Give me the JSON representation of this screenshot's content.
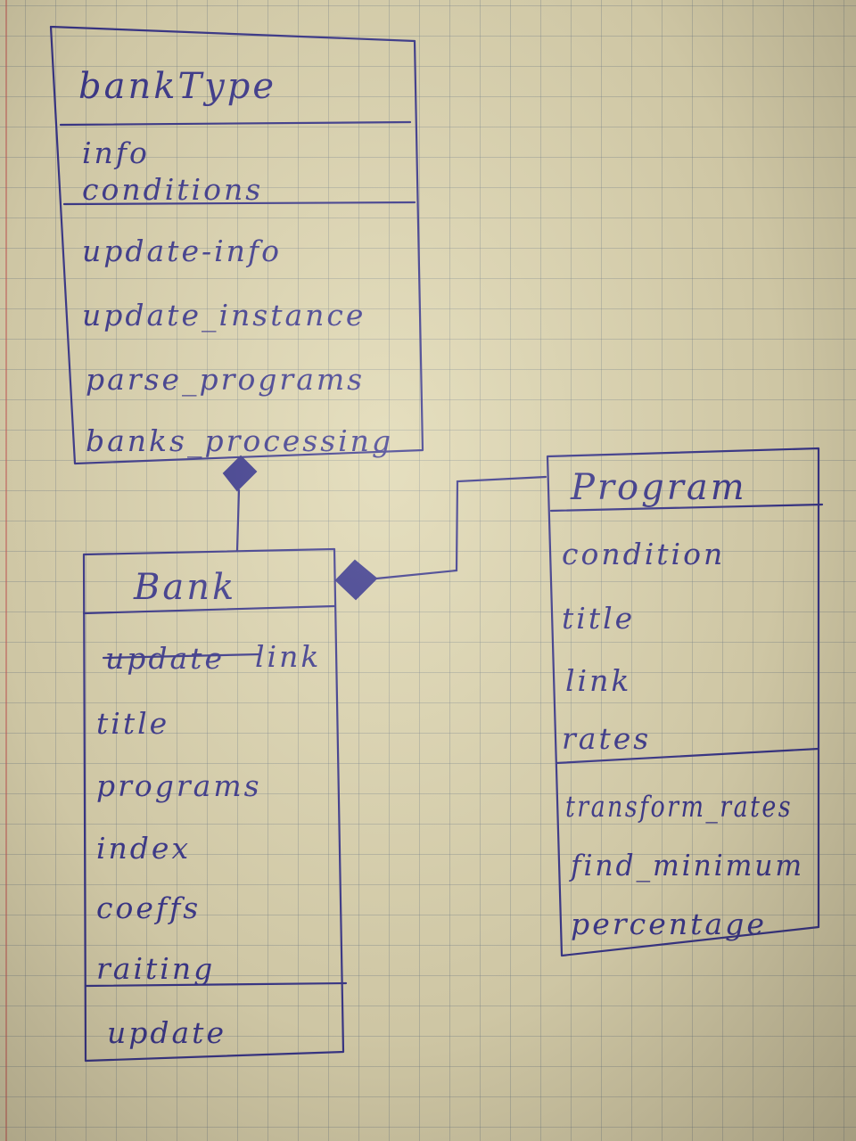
{
  "colors": {
    "ink": "#2b2a8c",
    "paper": "#ddd6b4",
    "grid": "#6e7d8c",
    "margin": "#c85a5a"
  },
  "classes": {
    "bank_type": {
      "name": "bankType",
      "attributes": [
        "info",
        "conditions"
      ],
      "methods": [
        "update-info",
        "update_instance",
        "parse_programs",
        "banks_processing"
      ]
    },
    "bank": {
      "name": "Bank",
      "struck_attribute": "update",
      "attributes": [
        "link",
        "title",
        "programs",
        "index",
        "coeffs",
        "raiting"
      ],
      "methods": [
        "update"
      ]
    },
    "program": {
      "name": "Program",
      "attributes": [
        "condition",
        "title",
        "link",
        "rates"
      ],
      "methods": [
        "transform_rates",
        "find_minimum",
        "percentage"
      ]
    }
  },
  "relations": [
    {
      "type": "composition",
      "whole": "bankType",
      "part": "Bank"
    },
    {
      "type": "composition",
      "whole": "Bank",
      "part": "Program"
    }
  ]
}
